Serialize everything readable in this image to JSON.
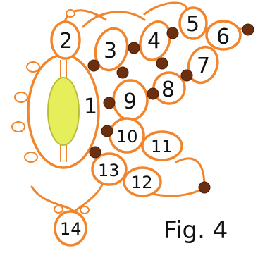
{
  "figure": {
    "caption": "Fig. 4",
    "ring_labels": {
      "r1": "1",
      "r2": "2",
      "r3": "3",
      "r4": "4",
      "r5": "5",
      "r6": "6",
      "r7": "7",
      "r8": "8",
      "r9": "9",
      "r10": "10",
      "r11": "11",
      "r12": "12",
      "r13": "13",
      "r14": "14"
    },
    "colors": {
      "thread": "#f2852b",
      "bead": "#6b2f10",
      "center_stone": "#e6ee5c",
      "labels": "#111111"
    }
  }
}
